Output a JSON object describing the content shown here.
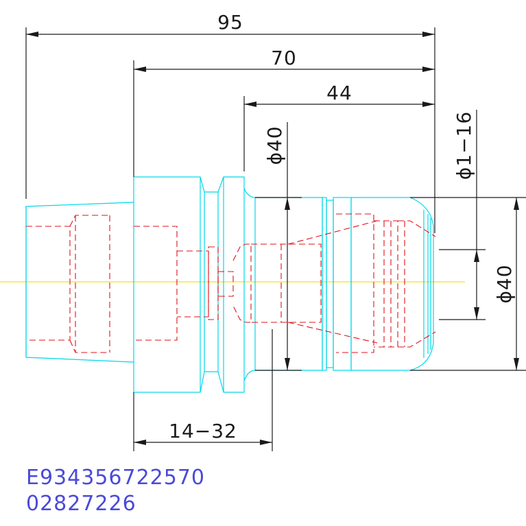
{
  "drawing": {
    "dimensions": {
      "overall_length": "95",
      "flange_to_end": "70",
      "nut_length": "44",
      "bore_diameter": "ϕ40",
      "clamping_range": "ϕ1−16",
      "nut_diameter": "ϕ40",
      "gauge_range": "14−32"
    },
    "part_codes": {
      "line1": "E934356722570",
      "line2": "02827226"
    },
    "colors": {
      "outline": "#00d8e8",
      "hidden_lines": "#e0121a",
      "dimension_lines": "#1a1a1a",
      "center_line": "#f0e020",
      "part_code_text": "#4a4ad8"
    }
  }
}
